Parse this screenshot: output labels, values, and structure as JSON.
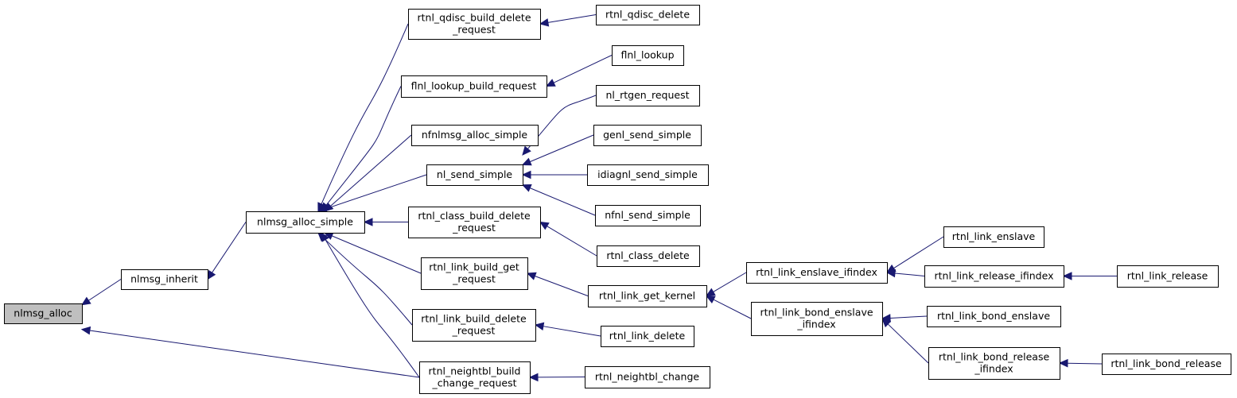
{
  "diagram": {
    "nodes": [
      {
        "id": "nlmsg_alloc",
        "lines": [
          "nlmsg_alloc"
        ],
        "root": true
      },
      {
        "id": "nlmsg_inherit",
        "lines": [
          "nlmsg_inherit"
        ]
      },
      {
        "id": "nlmsg_alloc_simple",
        "lines": [
          "nlmsg_alloc_simple"
        ]
      },
      {
        "id": "rtnl_qdisc_build_delete_request",
        "lines": [
          "rtnl_qdisc_build_delete",
          "_request"
        ]
      },
      {
        "id": "flnl_lookup_build_request",
        "lines": [
          "flnl_lookup_build_request"
        ]
      },
      {
        "id": "nfnlmsg_alloc_simple",
        "lines": [
          "nfnlmsg_alloc_simple"
        ]
      },
      {
        "id": "nl_send_simple",
        "lines": [
          "nl_send_simple"
        ]
      },
      {
        "id": "rtnl_class_build_delete_request",
        "lines": [
          "rtnl_class_build_delete",
          "_request"
        ]
      },
      {
        "id": "rtnl_link_build_get_request",
        "lines": [
          "rtnl_link_build_get",
          "_request"
        ]
      },
      {
        "id": "rtnl_link_build_delete_request",
        "lines": [
          "rtnl_link_build_delete",
          "_request"
        ]
      },
      {
        "id": "rtnl_neightbl_build_change_request",
        "lines": [
          "rtnl_neightbl_build",
          "_change_request"
        ]
      },
      {
        "id": "rtnl_qdisc_delete",
        "lines": [
          "rtnl_qdisc_delete"
        ]
      },
      {
        "id": "flnl_lookup",
        "lines": [
          "flnl_lookup"
        ]
      },
      {
        "id": "nl_rtgen_request",
        "lines": [
          "nl_rtgen_request"
        ]
      },
      {
        "id": "genl_send_simple",
        "lines": [
          "genl_send_simple"
        ]
      },
      {
        "id": "idiagnl_send_simple",
        "lines": [
          "idiagnl_send_simple"
        ]
      },
      {
        "id": "nfnl_send_simple",
        "lines": [
          "nfnl_send_simple"
        ]
      },
      {
        "id": "rtnl_class_delete",
        "lines": [
          "rtnl_class_delete"
        ]
      },
      {
        "id": "rtnl_link_get_kernel",
        "lines": [
          "rtnl_link_get_kernel"
        ]
      },
      {
        "id": "rtnl_link_delete",
        "lines": [
          "rtnl_link_delete"
        ]
      },
      {
        "id": "rtnl_neightbl_change",
        "lines": [
          "rtnl_neightbl_change"
        ]
      },
      {
        "id": "rtnl_link_enslave_ifindex",
        "lines": [
          "rtnl_link_enslave_ifindex"
        ]
      },
      {
        "id": "rtnl_link_bond_enslave_ifindex",
        "lines": [
          "rtnl_link_bond_enslave",
          "_ifindex"
        ]
      },
      {
        "id": "rtnl_link_enslave",
        "lines": [
          "rtnl_link_enslave"
        ]
      },
      {
        "id": "rtnl_link_release_ifindex",
        "lines": [
          "rtnl_link_release_ifindex"
        ]
      },
      {
        "id": "rtnl_link_bond_enslave",
        "lines": [
          "rtnl_link_bond_enslave"
        ]
      },
      {
        "id": "rtnl_link_bond_release_ifindex",
        "lines": [
          "rtnl_link_bond_release",
          "_ifindex"
        ]
      },
      {
        "id": "rtnl_link_release",
        "lines": [
          "rtnl_link_release"
        ]
      },
      {
        "id": "rtnl_link_bond_release",
        "lines": [
          "rtnl_link_bond_release"
        ]
      }
    ],
    "edges": [
      {
        "from": "nlmsg_inherit",
        "to": "nlmsg_alloc"
      },
      {
        "from": "rtnl_neightbl_build_change_request",
        "to": "nlmsg_alloc"
      },
      {
        "from": "nlmsg_alloc_simple",
        "to": "nlmsg_inherit"
      },
      {
        "from": "rtnl_qdisc_build_delete_request",
        "to": "nlmsg_alloc_simple"
      },
      {
        "from": "flnl_lookup_build_request",
        "to": "nlmsg_alloc_simple"
      },
      {
        "from": "nfnlmsg_alloc_simple",
        "to": "nlmsg_alloc_simple"
      },
      {
        "from": "nl_send_simple",
        "to": "nlmsg_alloc_simple"
      },
      {
        "from": "rtnl_class_build_delete_request",
        "to": "nlmsg_alloc_simple"
      },
      {
        "from": "rtnl_link_build_get_request",
        "to": "nlmsg_alloc_simple"
      },
      {
        "from": "rtnl_link_build_delete_request",
        "to": "nlmsg_alloc_simple"
      },
      {
        "from": "rtnl_neightbl_build_change_request",
        "to": "nlmsg_alloc_simple"
      },
      {
        "from": "rtnl_qdisc_delete",
        "to": "rtnl_qdisc_build_delete_request"
      },
      {
        "from": "flnl_lookup",
        "to": "flnl_lookup_build_request"
      },
      {
        "from": "nl_rtgen_request",
        "to": "nl_send_simple"
      },
      {
        "from": "genl_send_simple",
        "to": "nl_send_simple"
      },
      {
        "from": "idiagnl_send_simple",
        "to": "nl_send_simple"
      },
      {
        "from": "nfnl_send_simple",
        "to": "nl_send_simple"
      },
      {
        "from": "rtnl_class_delete",
        "to": "rtnl_class_build_delete_request"
      },
      {
        "from": "rtnl_link_get_kernel",
        "to": "rtnl_link_build_get_request"
      },
      {
        "from": "rtnl_link_delete",
        "to": "rtnl_link_build_delete_request"
      },
      {
        "from": "rtnl_neightbl_change",
        "to": "rtnl_neightbl_build_change_request"
      },
      {
        "from": "rtnl_link_enslave_ifindex",
        "to": "rtnl_link_get_kernel"
      },
      {
        "from": "rtnl_link_bond_enslave_ifindex",
        "to": "rtnl_link_get_kernel"
      },
      {
        "from": "rtnl_link_enslave",
        "to": "rtnl_link_enslave_ifindex"
      },
      {
        "from": "rtnl_link_release_ifindex",
        "to": "rtnl_link_enslave_ifindex"
      },
      {
        "from": "rtnl_link_bond_enslave",
        "to": "rtnl_link_bond_enslave_ifindex"
      },
      {
        "from": "rtnl_link_bond_release_ifindex",
        "to": "rtnl_link_bond_enslave_ifindex"
      },
      {
        "from": "rtnl_link_release",
        "to": "rtnl_link_release_ifindex"
      },
      {
        "from": "rtnl_link_bond_release",
        "to": "rtnl_link_bond_release_ifindex"
      }
    ]
  },
  "colors": {
    "edge": "#191970",
    "root_fill": "#bfbfbf",
    "node_fill": "#ffffff",
    "node_border": "#000000"
  }
}
